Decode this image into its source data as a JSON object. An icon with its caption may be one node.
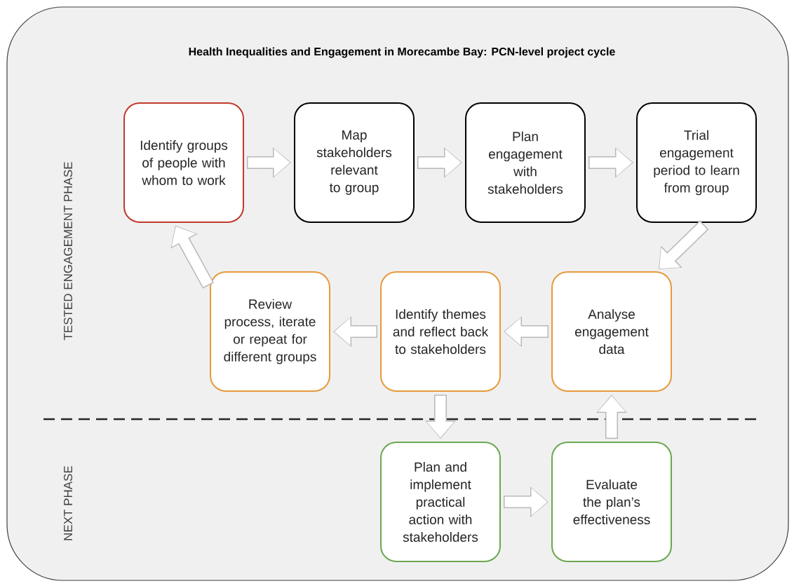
{
  "diagram": {
    "title": "Health Inequalities and Engagement in Morecambe Bay: PCN-level project cycle",
    "nodes": [
      {
        "text": [
          "Identify groups of people with whom to work"
        ]
      },
      {
        "text": [
          "Map stakeholders relevant to group"
        ]
      },
      {
        "text": [
          "Plan engagement with stakeholders"
        ]
      },
      {
        "text": [
          "Trial engagement period to learn from group"
        ]
      },
      {
        "text": [
          "Review process, iterate or repeat for different groups"
        ]
      },
      {
        "text": [
          "Identify themes and reflect back to stakeholders"
        ]
      },
      {
        "text": [
          "Analyse engagement data"
        ]
      },
      {
        "text": [
          "Plan and implement practical action with stakeholders"
        ]
      },
      {
        "text": [
          "Evaluate the plan’s effectiveness"
        ]
      }
    ],
    "edges": [
      {
        "from": 0,
        "to": 1,
        "arrow": "to"
      },
      {
        "from": 1,
        "to": 2,
        "arrow": "to"
      },
      {
        "from": 2,
        "to": 3,
        "arrow": "to"
      },
      {
        "from": 3,
        "to": 6,
        "arrow": "to"
      },
      {
        "from": 6,
        "to": 5,
        "arrow": "to"
      },
      {
        "from": 5,
        "to": 4,
        "arrow": "to"
      },
      {
        "from": 4,
        "to": 0,
        "arrow": "to"
      },
      {
        "from": 5,
        "to": 7,
        "arrow": "to"
      },
      {
        "from": 7,
        "to": 8,
        "arrow": "to"
      },
      {
        "from": 8,
        "to": 6,
        "arrow": "to"
      }
    ],
    "labels": [
      "TESTED ENGAGEMENT PHASE",
      "NEXT PHASE"
    ]
  }
}
